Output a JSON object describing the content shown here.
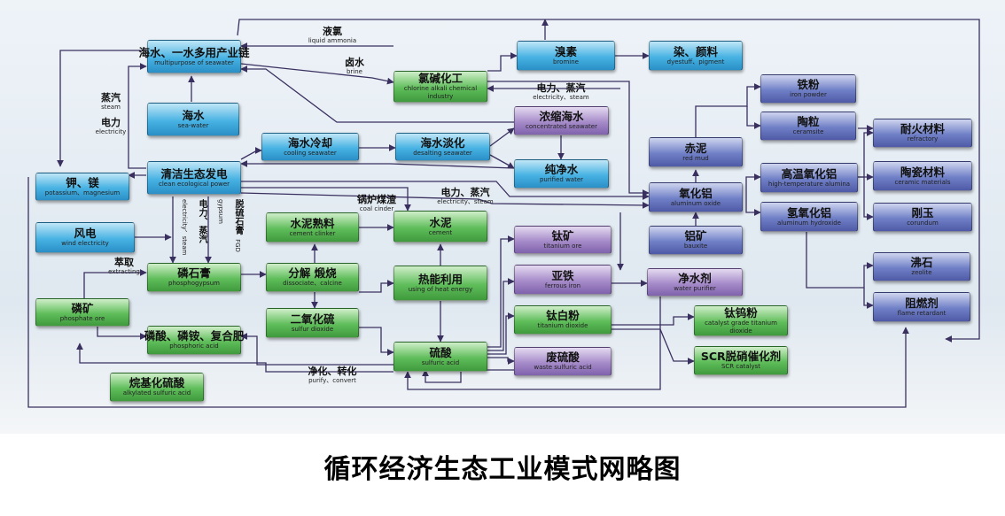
{
  "title": "循环经济生态工业模式网略图",
  "nodes": {
    "multipurpose": {
      "zh": "海水、一水多用产业链",
      "en": "multipurpose of seawater"
    },
    "seawater": {
      "zh": "海水",
      "en": "sea-water"
    },
    "potassium": {
      "zh": "钾、镁",
      "en": "potassium、magnesium"
    },
    "clean_power": {
      "zh": "清洁生态发电",
      "en": "clean ecological power"
    },
    "cooling": {
      "zh": "海水冷却",
      "en": "cooling seawater"
    },
    "desalting": {
      "zh": "海水淡化",
      "en": "desalting seawater"
    },
    "chlor_alkali": {
      "zh": "氯碱化工",
      "en": "chlorine alkali chemical industry"
    },
    "concentrated": {
      "zh": "浓缩海水",
      "en": "concentrated seawater"
    },
    "purified": {
      "zh": "纯净水",
      "en": "purified water"
    },
    "bromine": {
      "zh": "溴素",
      "en": "bromine"
    },
    "dyestuff": {
      "zh": "染、颜料",
      "en": "dyestuff、pigment"
    },
    "wind": {
      "zh": "风电",
      "en": "wind electricity"
    },
    "phosphogypsum": {
      "zh": "磷石膏",
      "en": "phosphogypsum"
    },
    "phosphate_ore": {
      "zh": "磷矿",
      "en": "phosphate ore"
    },
    "phosphoric": {
      "zh": "磷酸、磷铵、复合肥",
      "en": "phosphoric acid"
    },
    "alkylated": {
      "zh": "烷基化硫酸",
      "en": "alkylated sulfuric acid"
    },
    "clinker": {
      "zh": "水泥熟料",
      "en": "cement clinker"
    },
    "cement": {
      "zh": "水泥",
      "en": "cement"
    },
    "calcine": {
      "zh": "分解  煅烧",
      "en": "dissociate、calcine"
    },
    "heat": {
      "zh": "热能利用",
      "en": "using of heat energy"
    },
    "so2": {
      "zh": "二氧化硫",
      "en": "sulfur dioxide"
    },
    "sulfuric": {
      "zh": "硫酸",
      "en": "sulfuric acid"
    },
    "titanium_ore": {
      "zh": "钛矿",
      "en": "titanium ore"
    },
    "ferrous": {
      "zh": "亚铁",
      "en": "ferrous iron"
    },
    "tio2": {
      "zh": "钛白粉",
      "en": "titanium dioxide"
    },
    "waste_acid": {
      "zh": "废硫酸",
      "en": "waste sulfuric acid"
    },
    "red_mud": {
      "zh": "赤泥",
      "en": "red mud"
    },
    "alumina": {
      "zh": "氧化铝",
      "en": "aluminum oxide"
    },
    "bauxite": {
      "zh": "铝矿",
      "en": "bauxite"
    },
    "purifier": {
      "zh": "净水剂",
      "en": "water purifier"
    },
    "iron_powder": {
      "zh": "铁粉",
      "en": "iron powder"
    },
    "ceramsite": {
      "zh": "陶粒",
      "en": "ceramsite"
    },
    "ht_alumina": {
      "zh": "高温氧化铝",
      "en": "high-temperature alumina"
    },
    "al_hydroxide": {
      "zh": "氢氧化铝",
      "en": "aluminum hydroxide"
    },
    "refractory": {
      "zh": "耐火材料",
      "en": "refractory"
    },
    "ceramic": {
      "zh": "陶瓷材料",
      "en": "ceramic materials"
    },
    "corundum": {
      "zh": "刚玉",
      "en": "corundum"
    },
    "zeolite": {
      "zh": "沸石",
      "en": "zeolite"
    },
    "flame": {
      "zh": "阻燃剂",
      "en": "flame retardant"
    },
    "catalyst_tio2": {
      "zh": "钛钨粉",
      "en": "catalyst grade titanium dioxide"
    },
    "scr": {
      "zh": "SCR脱硝催化剂",
      "en": "SCR catalyst"
    }
  },
  "labels": {
    "liquid_ammonia": {
      "zh": "液氯",
      "en": "liquid ammonia"
    },
    "brine": {
      "zh": "卤水",
      "en": "brine"
    },
    "steam": {
      "zh": "蒸汽",
      "en": "steam"
    },
    "electricity": {
      "zh": "电力",
      "en": "electricity"
    },
    "elec_steam_top": {
      "zh": "电力、蒸汽",
      "en": "electricity、steam"
    },
    "elec_steam_mid": {
      "zh": "电力、蒸汽",
      "en": "electricity、steam"
    },
    "coal_cinder": {
      "zh": "锅炉煤渣",
      "en": "coal cinder"
    },
    "extracting": {
      "zh": "萃取",
      "en": "extracting"
    },
    "purify": {
      "zh": "净化、转化",
      "en": "purify、convert"
    },
    "v_elec_steam": {
      "zh": "电力、蒸汽",
      "en": "electricity、steam"
    },
    "v_fgd": {
      "zh": "脱硫石膏",
      "en": "FGD gypsum"
    }
  },
  "colors": {
    "blue": "#3aa7dc",
    "green": "#52b34e",
    "purple": "#9b80c2",
    "navy": "#6272bb",
    "line": "#3a3060"
  }
}
